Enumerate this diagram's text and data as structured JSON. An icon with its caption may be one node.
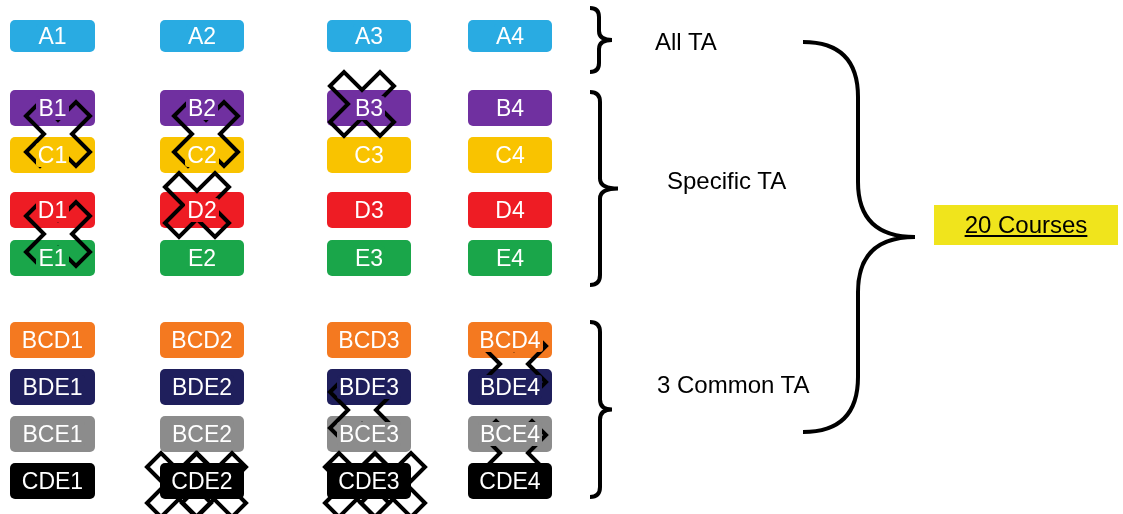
{
  "diagram": {
    "nodes": [
      {
        "text": [
          "A1"
        ]
      },
      {
        "text": [
          "A2"
        ]
      },
      {
        "text": [
          "A3"
        ]
      },
      {
        "text": [
          "A4"
        ]
      },
      {
        "text": [
          "B1"
        ]
      },
      {
        "text": [
          "B2"
        ]
      },
      {
        "text": [
          "B3"
        ]
      },
      {
        "text": [
          "B4"
        ]
      },
      {
        "text": [
          "C1"
        ]
      },
      {
        "text": [
          "C2"
        ]
      },
      {
        "text": [
          "C3"
        ]
      },
      {
        "text": [
          "C4"
        ]
      },
      {
        "text": [
          "D1"
        ]
      },
      {
        "text": [
          "D2"
        ]
      },
      {
        "text": [
          "D3"
        ]
      },
      {
        "text": [
          "D4"
        ]
      },
      {
        "text": [
          "E1"
        ]
      },
      {
        "text": [
          "E2"
        ]
      },
      {
        "text": [
          "E3"
        ]
      },
      {
        "text": [
          "E4"
        ]
      },
      {
        "text": [
          "BCD1"
        ]
      },
      {
        "text": [
          "BCD2"
        ]
      },
      {
        "text": [
          "BCD3"
        ]
      },
      {
        "text": [
          "BCD4"
        ]
      },
      {
        "text": [
          "BDE1"
        ]
      },
      {
        "text": [
          "BDE2"
        ]
      },
      {
        "text": [
          "BDE3"
        ]
      },
      {
        "text": [
          "BDE4"
        ]
      },
      {
        "text": [
          "BCE1"
        ]
      },
      {
        "text": [
          "BCE2"
        ]
      },
      {
        "text": [
          "BCE3"
        ]
      },
      {
        "text": [
          "BCE4"
        ]
      },
      {
        "text": [
          "CDE1"
        ]
      },
      {
        "text": [
          "CDE2"
        ]
      },
      {
        "text": [
          "CDE3"
        ]
      },
      {
        "text": [
          "CDE4"
        ]
      },
      {
        "text": [
          "20 Courses"
        ]
      }
    ],
    "labels": [
      "All TA",
      "Specific TA",
      "3 Common TA"
    ]
  }
}
